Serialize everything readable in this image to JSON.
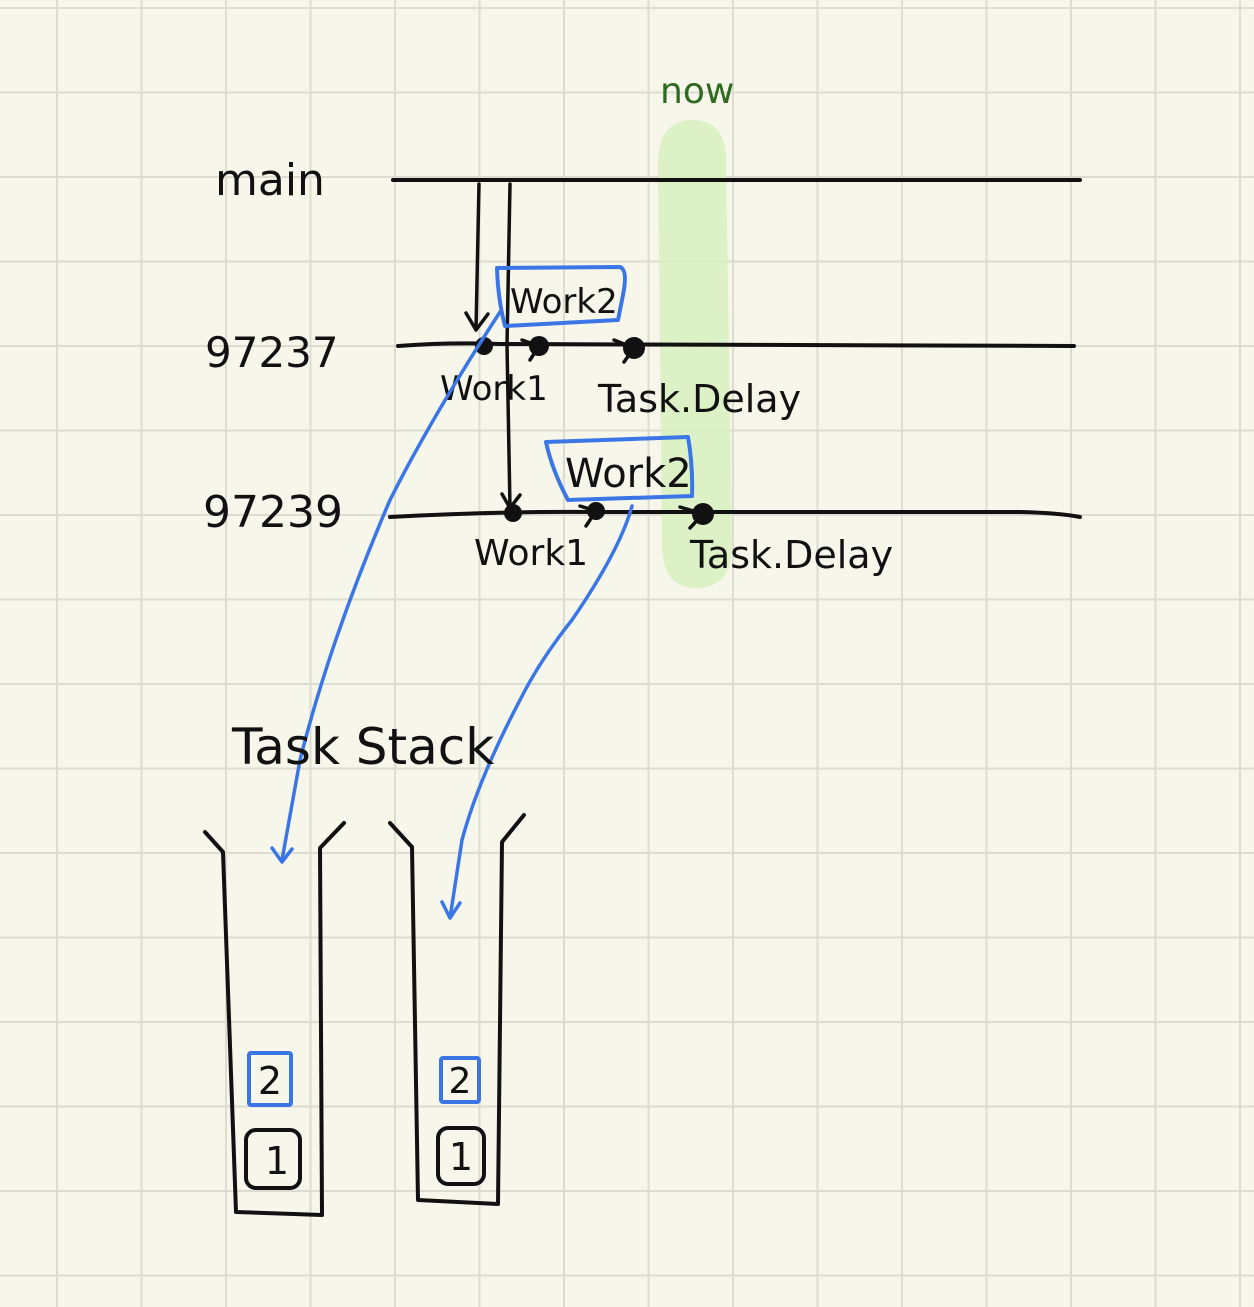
{
  "labels": {
    "now": "now",
    "main": "main",
    "thread_a": "97237",
    "thread_b": "97239",
    "work1_a": "Work1",
    "work2_a": "Work2",
    "delay_a": "Task.Delay",
    "work1_b": "Work1",
    "work2_b": "Work2",
    "delay_b": "Task.Delay",
    "task_stack": "Task Stack",
    "stack1_item2": "2",
    "stack1_item1": "1",
    "stack2_item2": "2",
    "stack2_item1": "1"
  },
  "colors": {
    "paper": "#f6f6ea",
    "grid": "#dcddd0",
    "ink": "#111111",
    "blue": "#3b76e6",
    "now_highlight": "#d8f0c0",
    "now_text": "#2f6a1e"
  }
}
